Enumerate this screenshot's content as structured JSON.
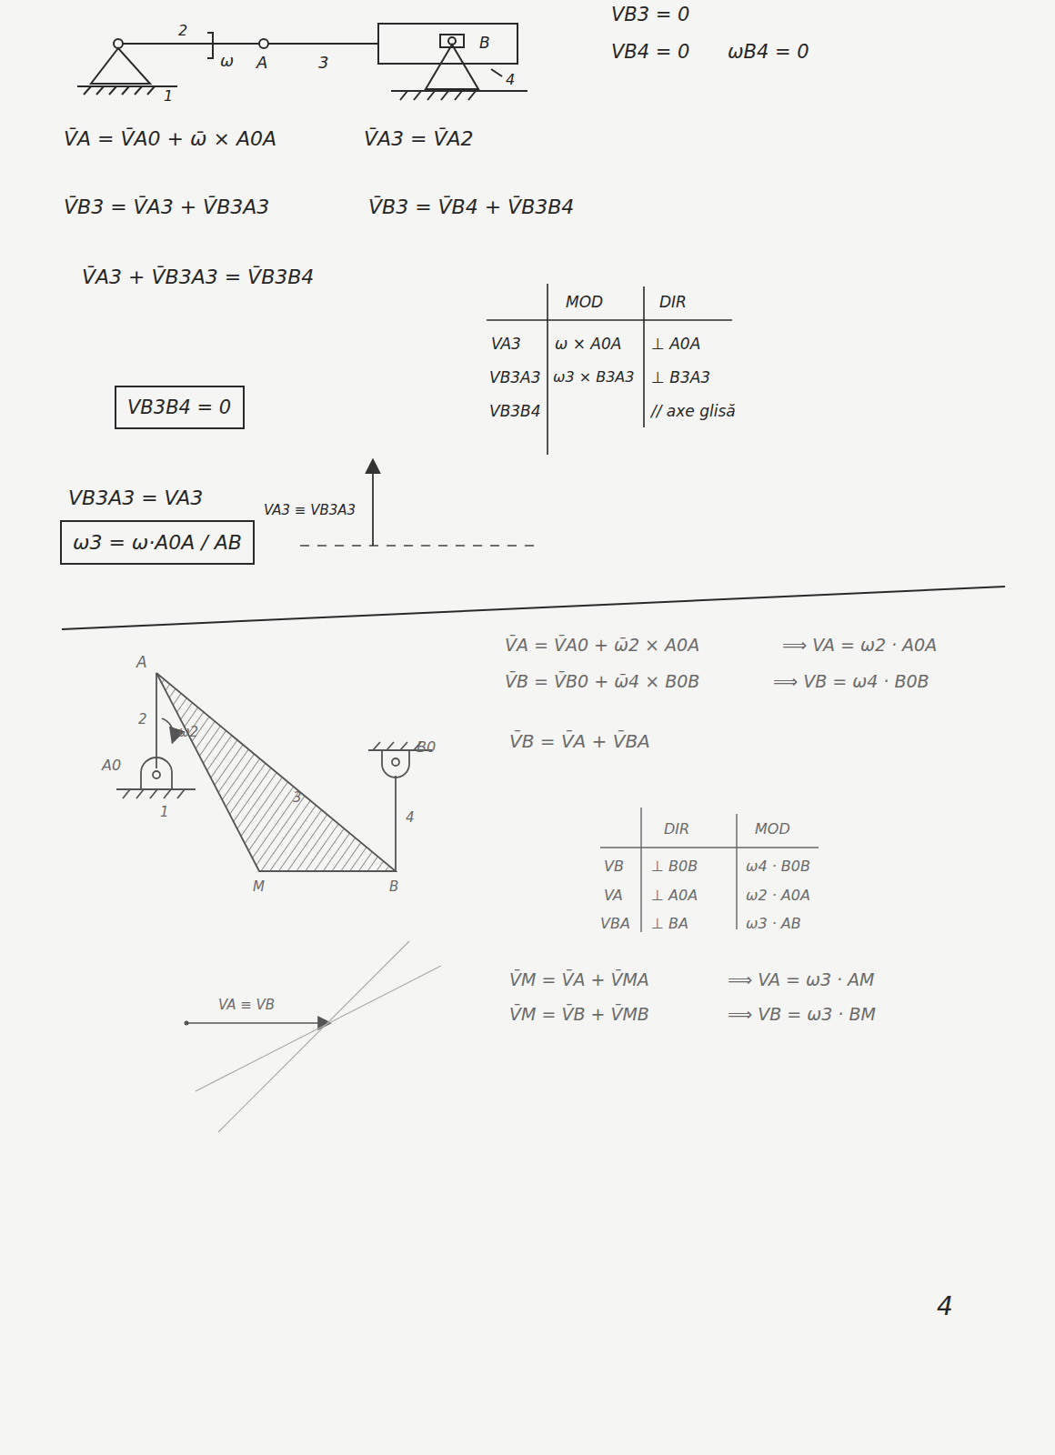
{
  "diagram": {
    "nodes": [
      {
        "text": [
          "B"
        ]
      },
      {
        "text": [
          "VB3B4 = 0"
        ]
      },
      {
        "text": [
          "ω3 = ω·A0A / AB"
        ]
      }
    ],
    "labels": [
      "VB3 = 0",
      "VB4 = 0",
      "ωB4 = 0",
      "1",
      "2",
      "ω",
      "A",
      "3",
      "4",
      "V̄A = V̄A0 + ω̄ × A0A",
      "V̄A3 = V̄A2",
      "V̄B3 = V̄A3 + V̄B3A3",
      "V̄B3 = V̄B4 + V̄B3B4",
      "V̄A3 + V̄B3A3 = V̄B3B4",
      "MOD",
      "DIR",
      "VA3",
      "ω × A0A",
      "⊥ A0A",
      "VB3A3",
      "ω3 × B3A3",
      "⊥ B3A3",
      "VB3B4",
      "// axe glisă",
      "VB3A3 = VA3",
      "VA3 ≡ VB3A3",
      "A",
      "2",
      "ω2",
      "A0",
      "1",
      "3",
      "B0",
      "4",
      "M",
      "B",
      "V̄A = V̄A0 + ω̄2 × A0A",
      "⟹ VA = ω2 · A0A",
      "V̄B = V̄B0 + ω̄4 × B0B",
      "⟹ VB = ω4 · B0B",
      "V̄B = V̄A + V̄BA",
      "DIR",
      "MOD",
      "VB",
      "⊥ B0B",
      "ω4 · B0B",
      "VA",
      "⊥ A0A",
      "ω2 · A0A",
      "VBA",
      "⊥ BA",
      "ω3 · AB",
      "VA ≡ VB",
      "V̄M = V̄A + V̄MA",
      "⟹ VA = ω3 · AM",
      "V̄M = V̄B + V̄MB",
      "⟹ VB = ω3 · BM",
      "4"
    ]
  }
}
